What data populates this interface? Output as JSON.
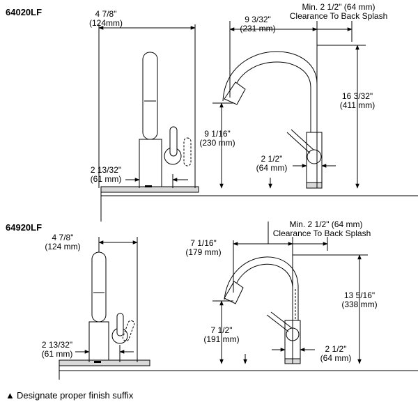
{
  "models": [
    {
      "id": "64020LF",
      "dims": {
        "spout_reach": {
          "in": "4 7/8\"",
          "mm": "(124mm)"
        },
        "handle_offset": {
          "in": "2 13/32\"",
          "mm": "(61 mm)"
        },
        "side_reach": {
          "in": "9 3/32\"",
          "mm": "(231 mm)"
        },
        "clearance": {
          "line1": "Min. 2 1/2\" (64 mm)",
          "line2": "Clearance To Back Splash"
        },
        "spout_height": {
          "in": "9 1/16\"",
          "mm": "(230 mm)"
        },
        "overall_height": {
          "in": "16 3/32\"",
          "mm": "(411 mm)"
        },
        "base_width": {
          "in": "2 1/2\"",
          "mm": "(64 mm)"
        }
      }
    },
    {
      "id": "64920LF",
      "dims": {
        "spout_reach": {
          "in": "4 7/8\"",
          "mm": "(124 mm)"
        },
        "handle_offset": {
          "in": "2 13/32\"",
          "mm": "(61 mm)"
        },
        "side_reach": {
          "in": "7 1/16\"",
          "mm": "(179 mm)"
        },
        "clearance": {
          "line1": "Min. 2 1/2\" (64 mm)",
          "line2": "Clearance To Back Splash"
        },
        "spout_height": {
          "in": "7 1/2\"",
          "mm": "(191 mm)"
        },
        "overall_height": {
          "in": "13 5/16\"",
          "mm": "(338 mm)"
        },
        "base_width": {
          "in": "2 1/2\"",
          "mm": "(64 mm)"
        }
      }
    }
  ],
  "footnote": {
    "symbol": "▲",
    "text": "Designate proper finish suffix"
  }
}
